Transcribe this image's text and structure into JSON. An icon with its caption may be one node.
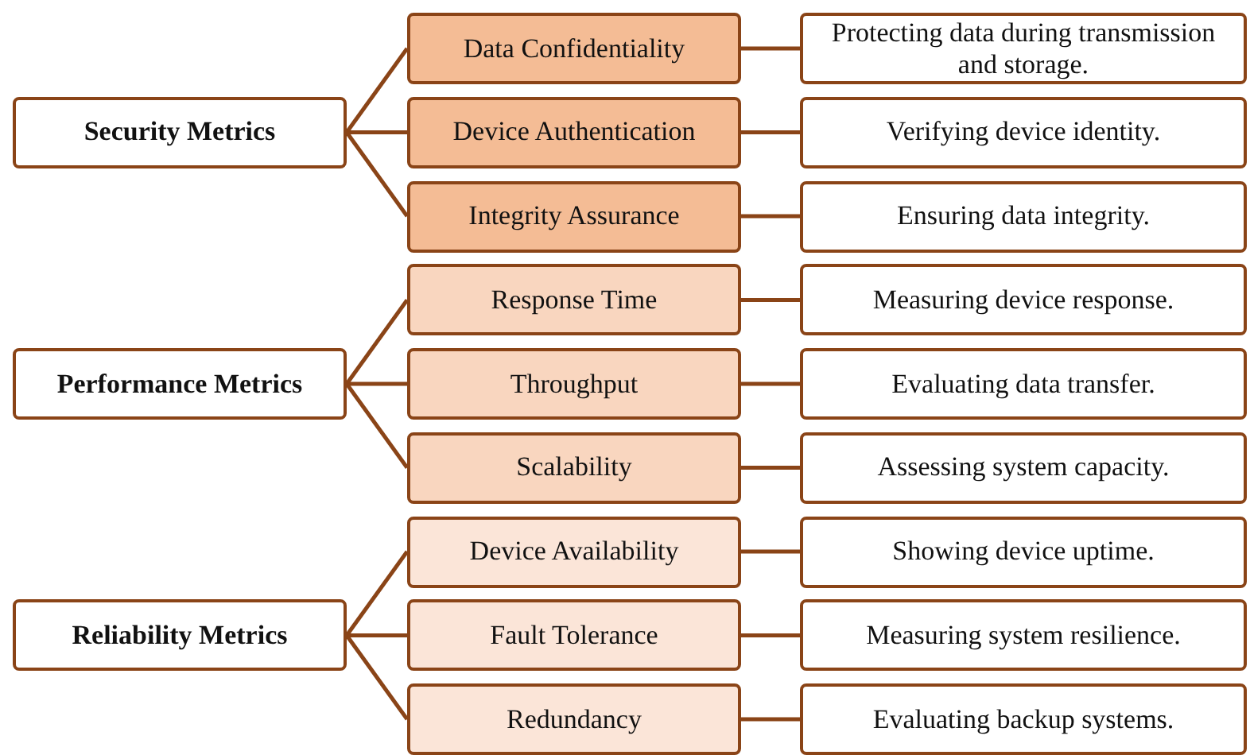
{
  "diagram": {
    "nodes": [
      {
        "text": [
          "Security Metrics"
        ]
      },
      {
        "text": [
          "Data Confidentiality"
        ]
      },
      {
        "text": [
          "Protecting data during transmission and storage."
        ]
      },
      {
        "text": [
          "Device Authentication"
        ]
      },
      {
        "text": [
          "Verifying device identity."
        ]
      },
      {
        "text": [
          "Integrity Assurance"
        ]
      },
      {
        "text": [
          "Ensuring data integrity."
        ]
      },
      {
        "text": [
          "Performance Metrics"
        ]
      },
      {
        "text": [
          "Response Time"
        ]
      },
      {
        "text": [
          "Measuring device response."
        ]
      },
      {
        "text": [
          "Throughput"
        ]
      },
      {
        "text": [
          "Evaluating data transfer."
        ]
      },
      {
        "text": [
          "Scalability"
        ]
      },
      {
        "text": [
          "Assessing system capacity."
        ]
      },
      {
        "text": [
          "Reliability Metrics"
        ]
      },
      {
        "text": [
          "Device Availability"
        ]
      },
      {
        "text": [
          "Showing device uptime."
        ]
      },
      {
        "text": [
          "Fault Tolerance"
        ]
      },
      {
        "text": [
          "Measuring system resilience."
        ]
      },
      {
        "text": [
          "Redundancy"
        ]
      },
      {
        "text": [
          "Evaluating backup systems."
        ]
      }
    ],
    "edges": [
      {
        "from": 0,
        "to": 1,
        "arrow": "none"
      },
      {
        "from": 0,
        "to": 3,
        "arrow": "none"
      },
      {
        "from": 0,
        "to": 5,
        "arrow": "none"
      },
      {
        "from": 1,
        "to": 2,
        "arrow": "none"
      },
      {
        "from": 3,
        "to": 4,
        "arrow": "none"
      },
      {
        "from": 5,
        "to": 6,
        "arrow": "none"
      },
      {
        "from": 7,
        "to": 8,
        "arrow": "none"
      },
      {
        "from": 7,
        "to": 10,
        "arrow": "none"
      },
      {
        "from": 7,
        "to": 12,
        "arrow": "none"
      },
      {
        "from": 8,
        "to": 9,
        "arrow": "none"
      },
      {
        "from": 10,
        "to": 11,
        "arrow": "none"
      },
      {
        "from": 12,
        "to": 13,
        "arrow": "none"
      },
      {
        "from": 14,
        "to": 15,
        "arrow": "none"
      },
      {
        "from": 14,
        "to": 17,
        "arrow": "none"
      },
      {
        "from": 14,
        "to": 19,
        "arrow": "none"
      },
      {
        "from": 15,
        "to": 16,
        "arrow": "none"
      },
      {
        "from": 17,
        "to": 18,
        "arrow": "none"
      },
      {
        "from": 19,
        "to": 20,
        "arrow": "none"
      }
    ]
  }
}
